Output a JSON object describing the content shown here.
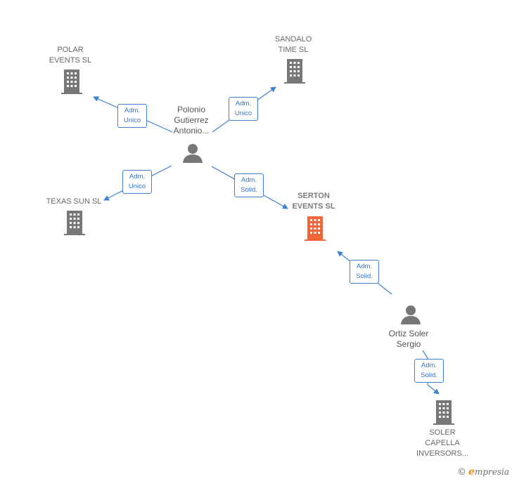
{
  "nodes": {
    "polar": {
      "line1": "POLAR",
      "line2": "EVENTS SL",
      "type": "company"
    },
    "sandalo": {
      "line1": "SANDALO",
      "line2": "TIME SL",
      "type": "company"
    },
    "texas": {
      "line1": "TEXAS SUN  SL",
      "type": "company"
    },
    "serton": {
      "line1": "SERTON",
      "line2": "EVENTS  SL",
      "type": "company-center"
    },
    "soler": {
      "line1": "SOLER",
      "line2": "CAPELLA",
      "line3": "INVERSORS...",
      "type": "company"
    },
    "polonio": {
      "line1": "Polonio",
      "line2": "Gutierrez",
      "line3": "Antonio...",
      "type": "person"
    },
    "ortiz": {
      "line1": "Ortiz Soler",
      "line2": "Sergio",
      "type": "person"
    }
  },
  "edges": [
    {
      "from": "polonio",
      "to": "polar",
      "label1": "Adm.",
      "label2": "Unico"
    },
    {
      "from": "polonio",
      "to": "sandalo",
      "label1": "Adm.",
      "label2": "Unico"
    },
    {
      "from": "polonio",
      "to": "texas",
      "label1": "Adm.",
      "label2": "Unico"
    },
    {
      "from": "polonio",
      "to": "serton",
      "label1": "Adm.",
      "label2": "Solid."
    },
    {
      "from": "ortiz",
      "to": "serton",
      "label1": "Adm.",
      "label2": "Solid."
    },
    {
      "from": "ortiz",
      "to": "soler",
      "label1": "Adm.",
      "label2": "Solid."
    }
  ],
  "colors": {
    "company": "#777777",
    "company_center": "#f2643a",
    "person": "#777777",
    "edge": "#3d7fd0"
  },
  "icons": {
    "company": "building-icon",
    "person": "person-icon"
  },
  "brand": {
    "copyright": "©",
    "initial": "e",
    "rest": "mpresia"
  }
}
